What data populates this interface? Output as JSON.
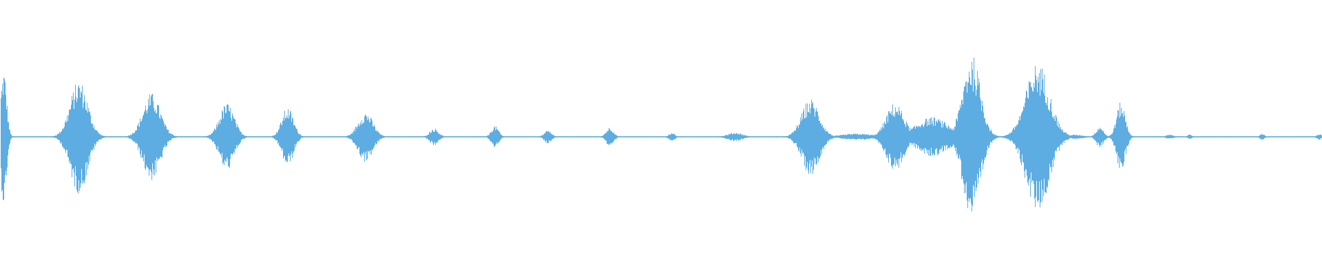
{
  "waveform": {
    "color": "#5DADE2",
    "background": "#FFFFFF",
    "duration_normalized": [
      0,
      1
    ],
    "baseline_amplitude": 0.005,
    "bursts": [
      {
        "t": 0.002,
        "amp": 0.62,
        "width": 0.004
      },
      {
        "t": 0.059,
        "amp": 0.52,
        "width": 0.012
      },
      {
        "t": 0.114,
        "amp": 0.4,
        "width": 0.012
      },
      {
        "t": 0.171,
        "amp": 0.31,
        "width": 0.01
      },
      {
        "t": 0.217,
        "amp": 0.27,
        "width": 0.008
      },
      {
        "t": 0.276,
        "amp": 0.23,
        "width": 0.01
      },
      {
        "t": 0.328,
        "amp": 0.08,
        "width": 0.006
      },
      {
        "t": 0.374,
        "amp": 0.1,
        "width": 0.005
      },
      {
        "t": 0.414,
        "amp": 0.06,
        "width": 0.005
      },
      {
        "t": 0.461,
        "amp": 0.09,
        "width": 0.005
      },
      {
        "t": 0.508,
        "amp": 0.04,
        "width": 0.004
      },
      {
        "t": 0.556,
        "amp": 0.04,
        "width": 0.01
      },
      {
        "t": 0.613,
        "amp": 0.35,
        "width": 0.012
      },
      {
        "t": 0.648,
        "amp": 0.03,
        "width": 0.02
      },
      {
        "t": 0.677,
        "amp": 0.31,
        "width": 0.012
      },
      {
        "t": 0.705,
        "amp": 0.18,
        "width": 0.022
      },
      {
        "t": 0.735,
        "amp": 0.75,
        "width": 0.012
      },
      {
        "t": 0.785,
        "amp": 0.68,
        "width": 0.016
      },
      {
        "t": 0.813,
        "amp": 0.02,
        "width": 0.012
      },
      {
        "t": 0.832,
        "amp": 0.1,
        "width": 0.005
      },
      {
        "t": 0.848,
        "amp": 0.32,
        "width": 0.006
      },
      {
        "t": 0.885,
        "amp": 0.02,
        "width": 0.005
      },
      {
        "t": 0.9,
        "amp": 0.02,
        "width": 0.003
      },
      {
        "t": 0.955,
        "amp": 0.03,
        "width": 0.003
      },
      {
        "t": 0.998,
        "amp": 0.03,
        "width": 0.003
      }
    ]
  }
}
